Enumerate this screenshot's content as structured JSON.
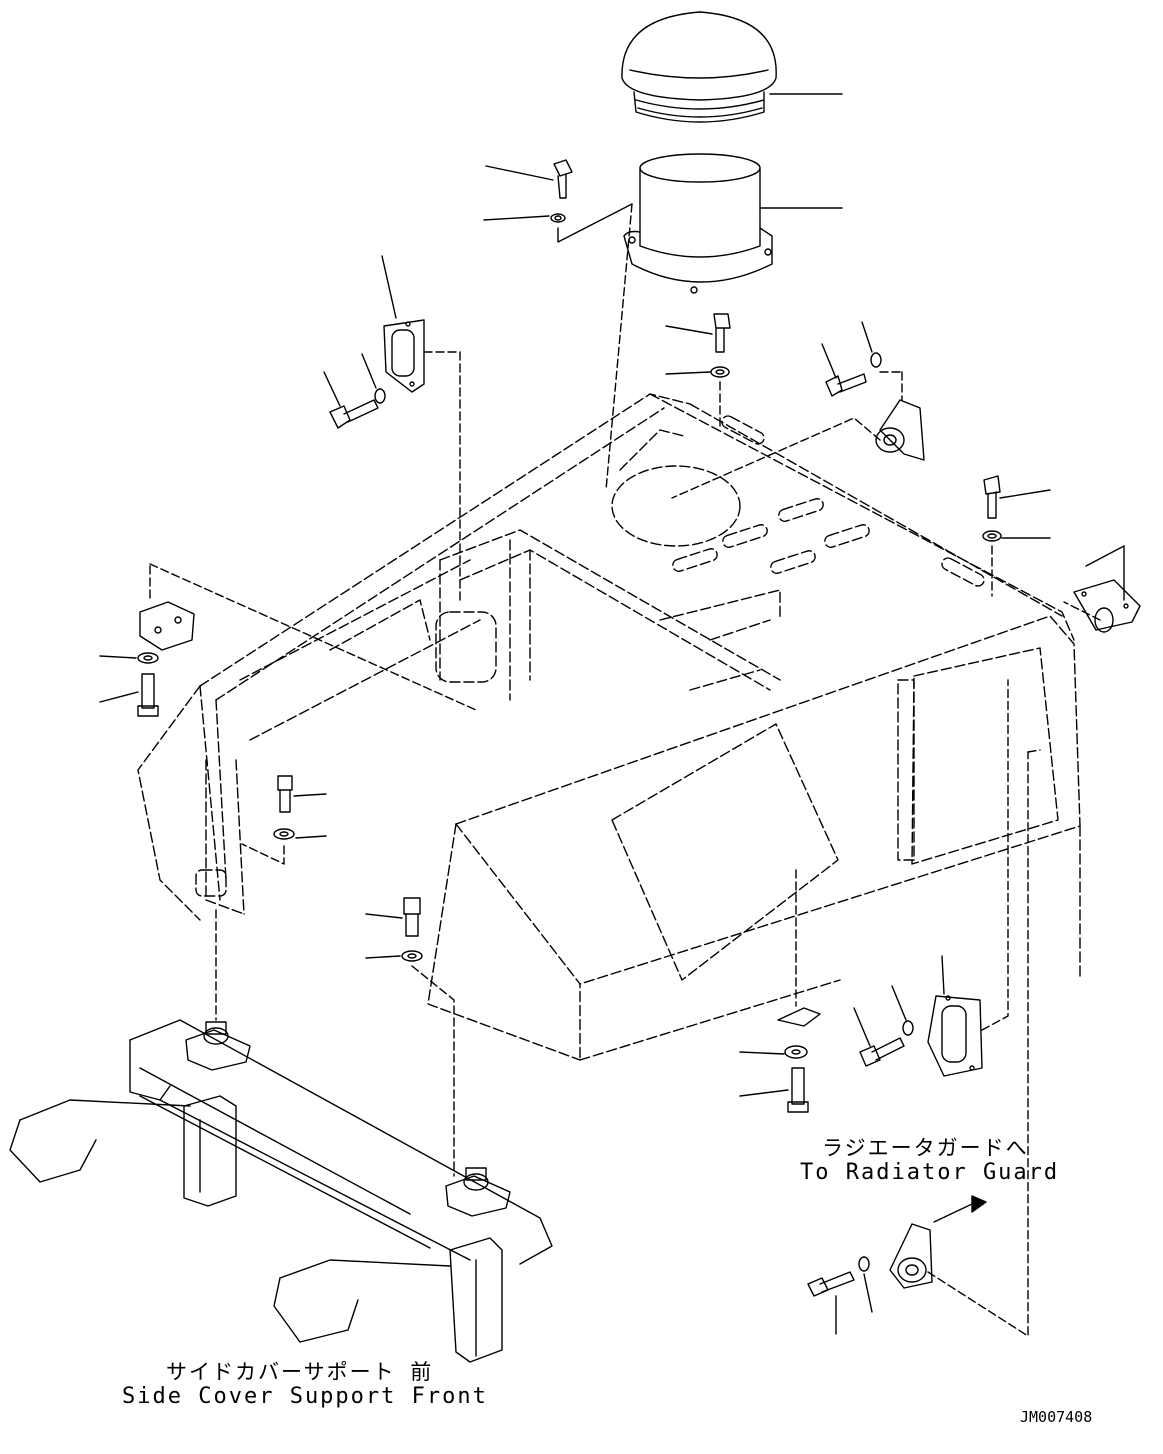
{
  "labels": {
    "radiator_guard_jp": "ラジエータガードへ",
    "radiator_guard_en": "To Radiator Guard",
    "side_cover_jp": "サイドカバーサポート 前",
    "side_cover_en": "Side Cover Support Front"
  },
  "drawing_code": "JM007408"
}
